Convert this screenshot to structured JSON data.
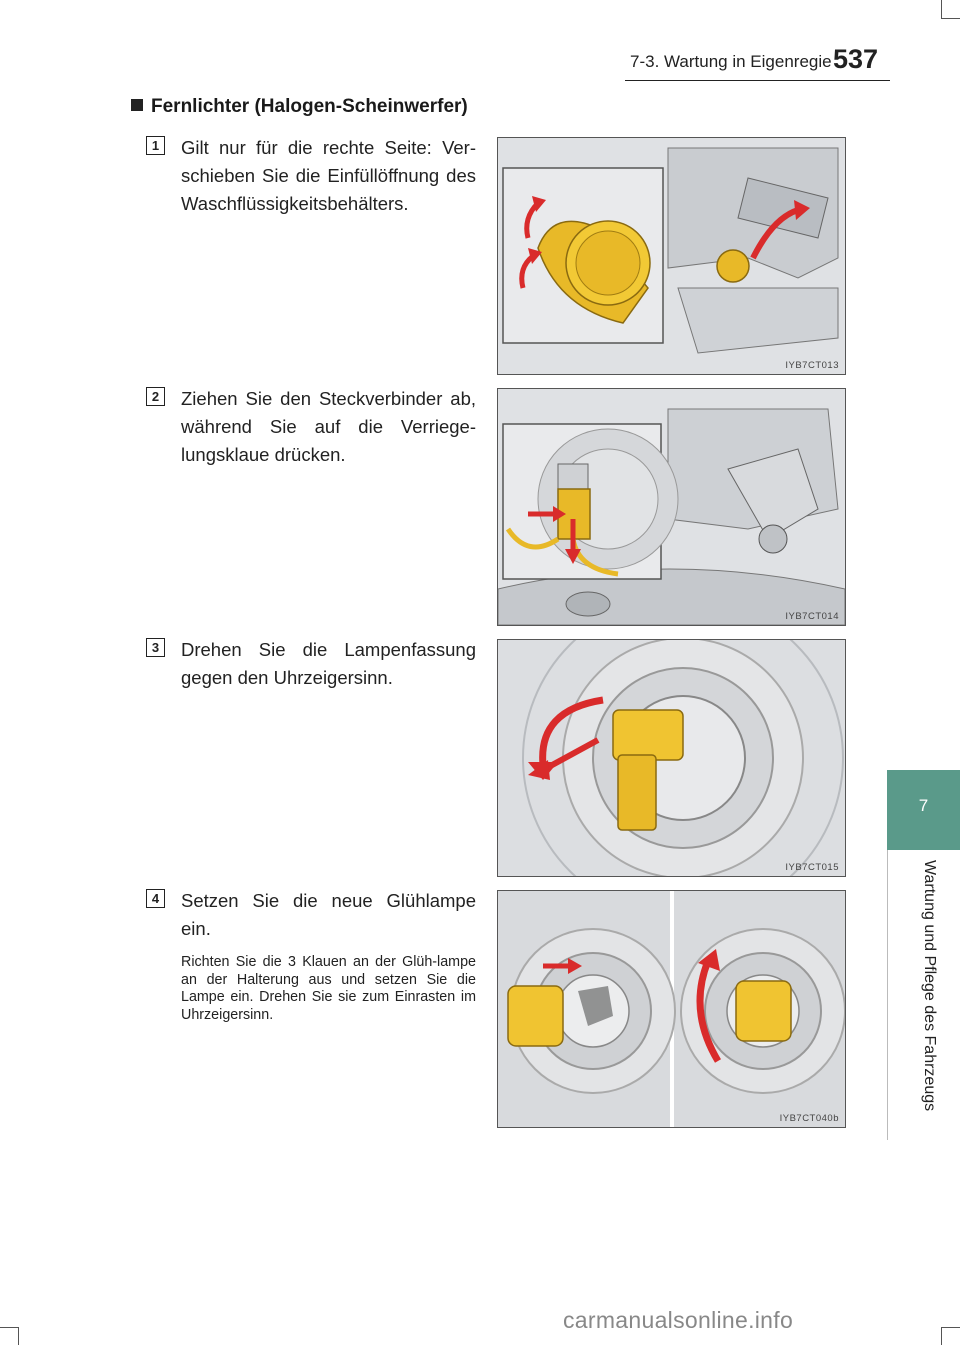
{
  "header": {
    "title": "7-3. Wartung in Eigenregie",
    "page_number": "537"
  },
  "side_tab": {
    "chapter_number": "7",
    "chapter_title": "Wartung und Pflege des Fahrzeugs",
    "tab_color": "#5a9a8a"
  },
  "section": {
    "heading": "Fernlichter (Halogen-Scheinwerfer)"
  },
  "steps": [
    {
      "number": "1",
      "text": "Gilt nur für die rechte Seite: Ver-schieben Sie die Einfüllöffnung des Waschflüssigkeitsbehälters.",
      "figure_code": "IYB7CT013"
    },
    {
      "number": "2",
      "text": "Ziehen Sie den Steckverbinder ab, während Sie auf die Verriege-lungsklaue drücken.",
      "figure_code": "IYB7CT014"
    },
    {
      "number": "3",
      "text": "Drehen Sie die Lampenfassung gegen den Uhrzeigersinn.",
      "figure_code": "IYB7CT015"
    },
    {
      "number": "4",
      "text": "Setzen Sie die neue Glühlampe ein.",
      "note": "Richten Sie die 3 Klauen an der Glüh-lampe an der Halterung aus und setzen Sie die Lampe ein. Drehen Sie sie zum Einrasten im Uhrzeigersinn.",
      "figure_code": "IYB7CT040b"
    }
  ],
  "colors": {
    "arrow_red": "#d92b2b",
    "part_yellow": "#e8b928",
    "figure_background": "#dfe1e4"
  },
  "watermark": "carmanualsonline.info"
}
